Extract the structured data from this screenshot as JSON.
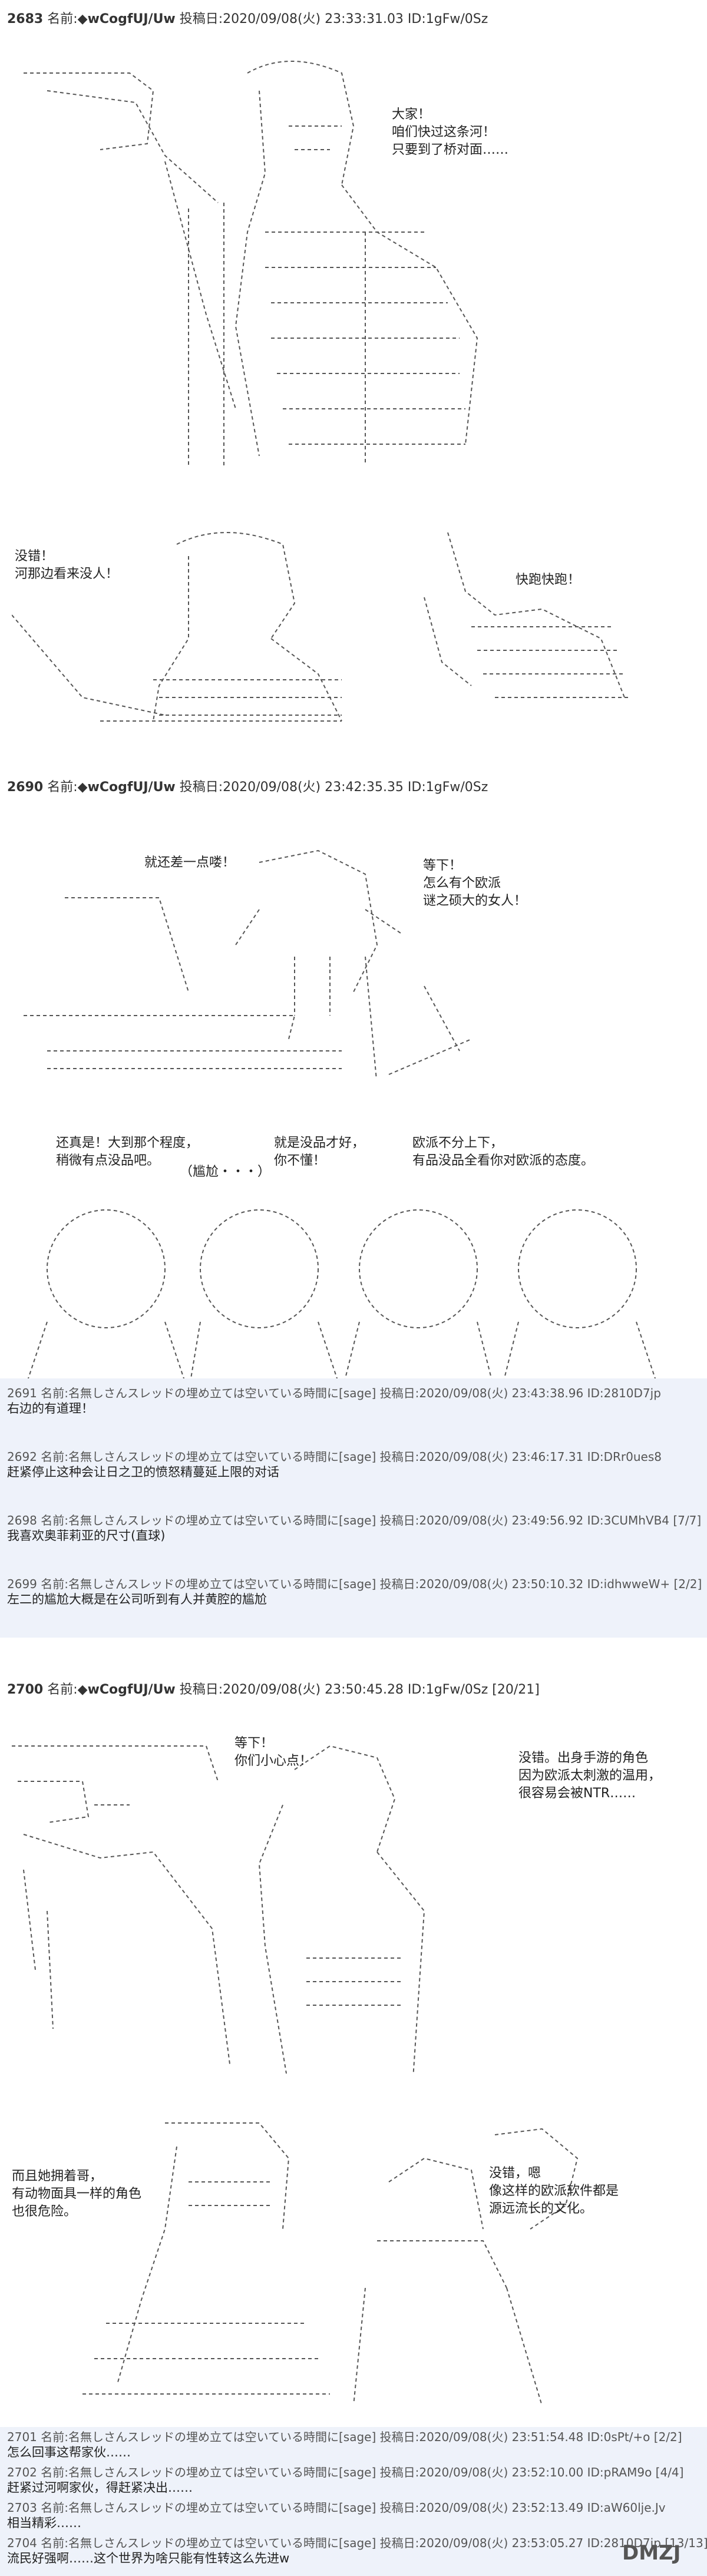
{
  "posts": [
    {
      "header": {
        "num": "2683",
        "label": "名前:",
        "name": "◆wCogfUJ/Uw",
        "rest": "投稿日:2020/09/08(火) 23:33:31.03 ID:1gFw/0Sz"
      },
      "dialogs": [
        "大家！\n咱们快过这条河！\n只要到了桥对面……",
        "没错！\n河那边看来没人！",
        "快跑快跑！"
      ]
    },
    {
      "header": {
        "num": "2690",
        "label": "名前:",
        "name": "◆wCogfUJ/Uw",
        "rest": "投稿日:2020/09/08(火) 23:42:35.35 ID:1gFw/0Sz"
      },
      "dialogs": [
        "就还差一点喽！",
        "等下！\n怎么有个欧派\n谜之硕大的女人！",
        "还真是！大到那个程度，\n稍微有点没品吧。",
        "就是没品才好，\n你不懂！",
        "欧派不分上下，\n有品没品全看你对欧派的态度。",
        "（尴尬・・・）"
      ]
    },
    {
      "header": {
        "num": "2700",
        "label": "名前:",
        "name": "◆wCogfUJ/Uw",
        "rest": "投稿日:2020/09/08(火) 23:50:45.28 ID:1gFw/0Sz [20/21]"
      },
      "dialogs": [
        "等下！\n你们小心点！",
        "没错。出身手游的角色\n因为欧派太刺激的温用，\n很容易会被NTR……",
        "而且她拥着哥，\n有动物面具一样的角色\n也很危险。",
        "没错，嗯\n像这样的欧派软件都是\n源远流长的文化。"
      ]
    }
  ],
  "replies_group_1": [
    {
      "meta": "2691 名前:名無しさんスレッドの埋め立ては空いている時間に[sage] 投稿日:2020/09/08(火) 23:43:38.96 ID:2810D7jp",
      "text": "右边的有道理！"
    },
    {
      "meta": "2692 名前:名無しさんスレッドの埋め立ては空いている時間に[sage] 投稿日:2020/09/08(火) 23:46:17.31 ID:DRr0ues8",
      "text": "赶紧停止这种会让日之卫的愤怒精蔓延上限的对话"
    },
    {
      "meta": "2698 名前:名無しさんスレッドの埋め立ては空いている時間に[sage] 投稿日:2020/09/08(火) 23:49:56.92 ID:3CUMhVB4 [7/7]",
      "text": "我喜欢奥菲莉亚的尺寸(直球)"
    },
    {
      "meta": "2699 名前:名無しさんスレッドの埋め立ては空いている時間に[sage] 投稿日:2020/09/08(火) 23:50:10.32 ID:idhwweW+ [2/2]",
      "text": "左二的尴尬大概是在公司听到有人并黄腔的尴尬"
    }
  ],
  "replies_group_2": [
    {
      "meta": "2701 名前:名無しさんスレッドの埋め立ては空いている時間に[sage] 投稿日:2020/09/08(火) 23:51:54.48 ID:0sPt/+o [2/2]",
      "text": "怎么回事这帮家伙……"
    },
    {
      "meta": "2702 名前:名無しさんスレッドの埋め立ては空いている時間に[sage] 投稿日:2020/09/08(火) 23:52:10.00 ID:pRAM9o [4/4]",
      "text": "赶紧过河啊家伙，得赶紧决出……"
    },
    {
      "meta": "2703 名前:名無しさんスレッドの埋め立ては空いている時間に[sage] 投稿日:2020/09/08(火) 23:52:13.49 ID:aW60lje.Jv",
      "text": "相当精彩……"
    },
    {
      "meta": "2704 名前:名無しさんスレッドの埋め立ては空いている時間に[sage] 投稿日:2020/09/08(火) 23:53:05.27 ID:2810D7jp [13/13]",
      "text": "流民好强啊……这个世界为啥只能有性转这么先进w"
    }
  ],
  "watermark": {
    "text": "DMZJ"
  },
  "colors": {
    "reply_band": "#eef2fa",
    "text": "#222222",
    "ascii_art": "#444444"
  }
}
